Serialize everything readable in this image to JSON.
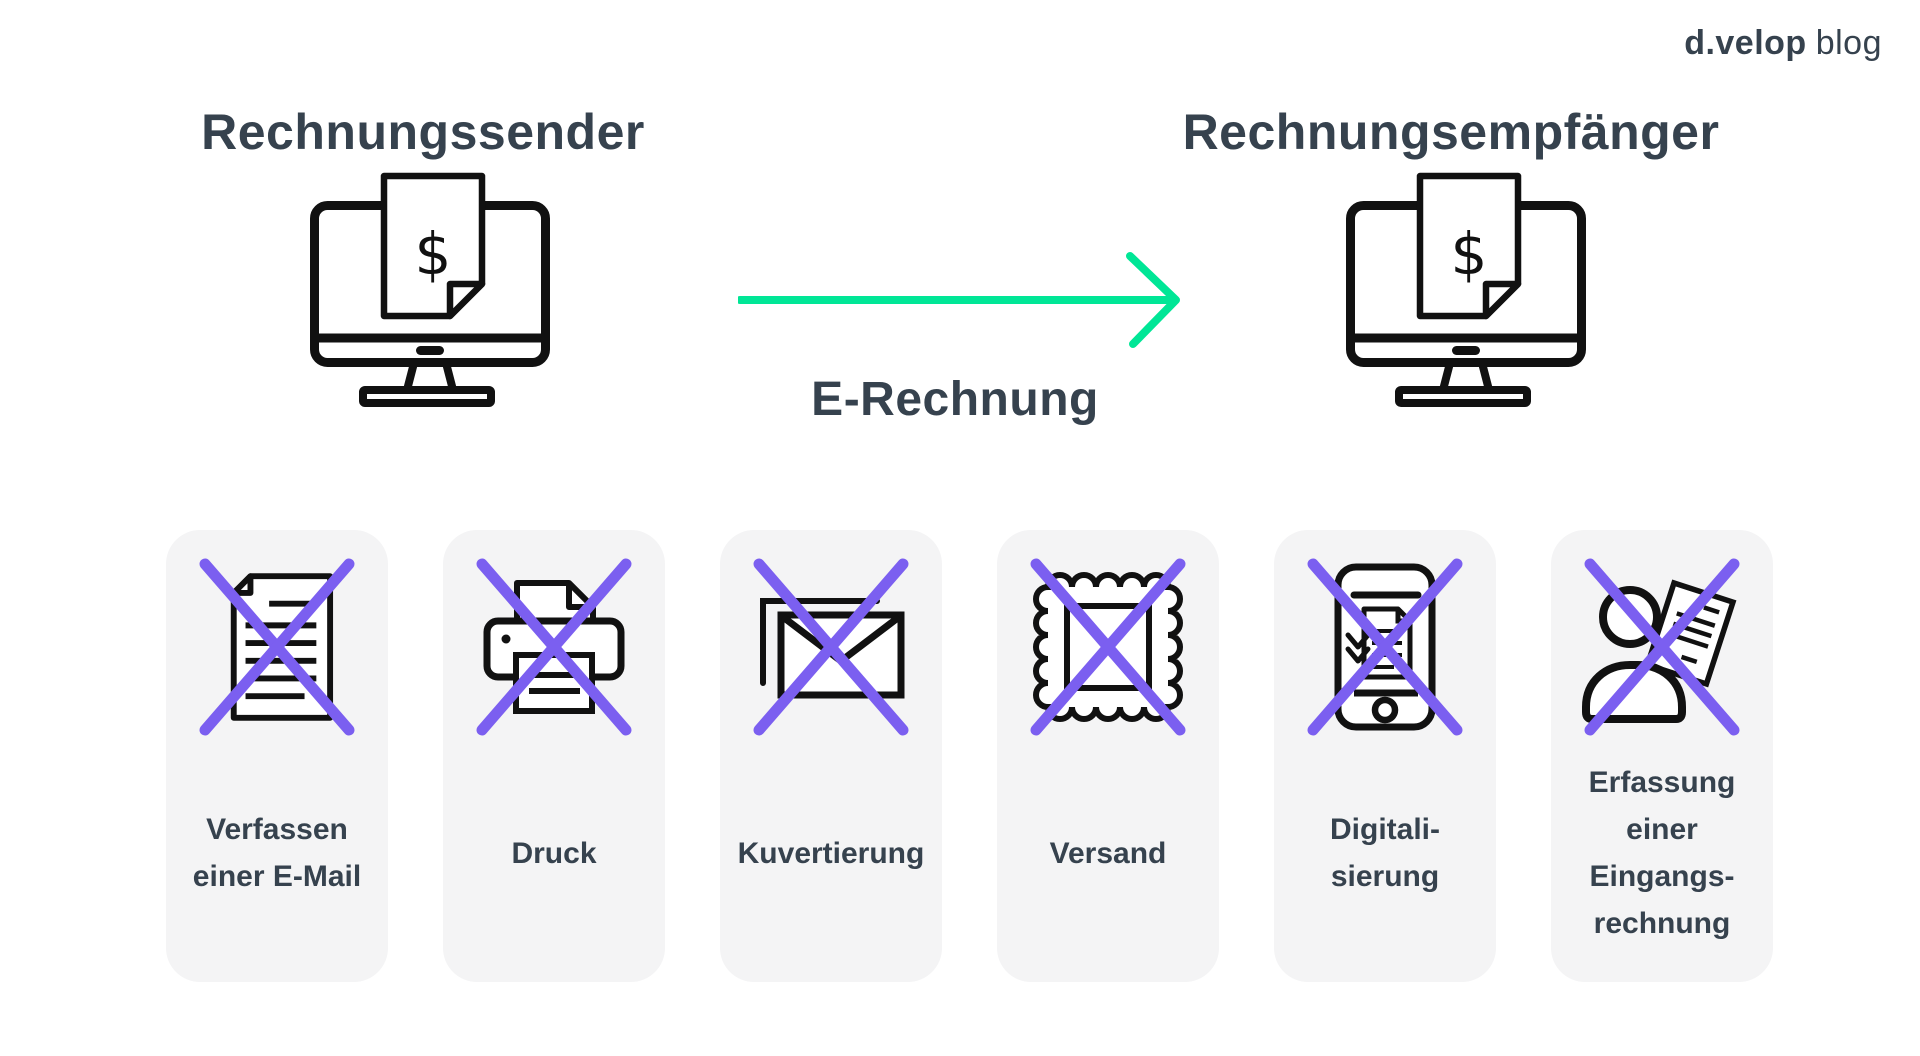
{
  "logo": {
    "brand": "d.velop",
    "suffix": "blog"
  },
  "header": {
    "sender_title": "Rechnungssender",
    "receiver_title": "Rechnungsempfänger",
    "arrow_label": "E-Rechnung"
  },
  "monitors": [
    {
      "side": "left",
      "icon": "monitor-invoice-icon",
      "belongs_to": "Rechnungssender"
    },
    {
      "side": "right",
      "icon": "monitor-invoice-icon",
      "belongs_to": "Rechnungsempfänger"
    }
  ],
  "steps": [
    {
      "icon": "email-document-icon",
      "crossed_out": true,
      "label_lines": [
        "Verfassen",
        "einer E-Mail"
      ]
    },
    {
      "icon": "printer-icon",
      "crossed_out": true,
      "label_lines": [
        "Druck"
      ]
    },
    {
      "icon": "envelope-icon",
      "crossed_out": true,
      "label_lines": [
        "Kuvertierung"
      ]
    },
    {
      "icon": "postage-stamp-icon",
      "crossed_out": true,
      "label_lines": [
        "Versand"
      ]
    },
    {
      "icon": "smartphone-scan-icon",
      "crossed_out": true,
      "label_lines": [
        "Digitali-",
        "sierung"
      ]
    },
    {
      "icon": "person-document-icon",
      "crossed_out": true,
      "label_lines": [
        "Erfassung",
        "einer",
        "Eingangs-",
        "rechnung"
      ]
    }
  ],
  "colors": {
    "text": "#36424e",
    "green": "#00e696",
    "purple": "#7b5ff0",
    "card_bg": "#f4f4f5",
    "icon": "#111111",
    "bg": "#ffffff"
  }
}
